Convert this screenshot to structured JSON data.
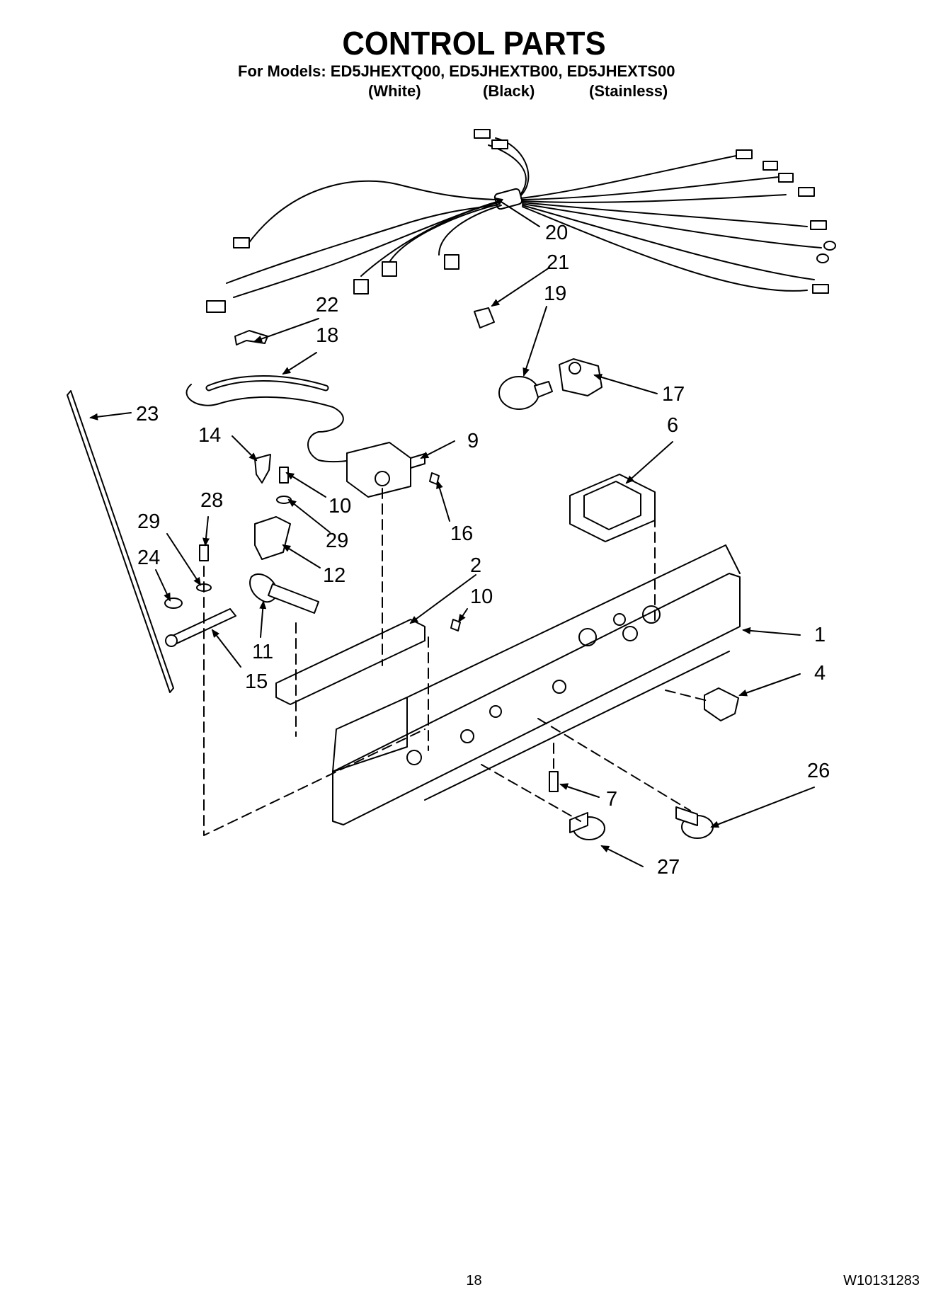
{
  "title": "CONTROL PARTS",
  "models_line": "For Models: ED5JHEXTQ00, ED5JHEXTB00, ED5JHEXTS00",
  "colors": [
    "(White)",
    "(Black)",
    "(Stainless)"
  ],
  "footer": {
    "page_number": "18",
    "doc_number": "W10131283"
  },
  "callouts": [
    "20",
    "21",
    "19",
    "22",
    "18",
    "23",
    "17",
    "14",
    "9",
    "6",
    "10",
    "28",
    "29",
    "16",
    "29",
    "12",
    "24",
    "2",
    "10",
    "1",
    "11",
    "15",
    "4",
    "26",
    "7",
    "27"
  ]
}
